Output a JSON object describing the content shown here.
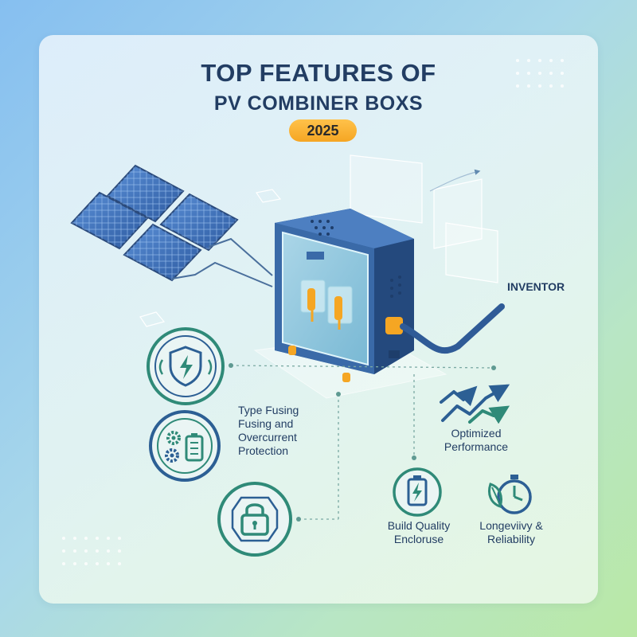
{
  "title": {
    "line1": "TOP FEATURES OF",
    "line2": "PV COMBINER BOXS",
    "year_badge": "2025"
  },
  "labels": {
    "inverter": "INVENTOR",
    "fusing": [
      "Type Fusing",
      "Fusing and",
      "Overcurrent",
      "Protection"
    ],
    "optimized": [
      "Optimized",
      "Performance"
    ],
    "build_quality": [
      "Build Quality",
      "Encloruse"
    ],
    "longevity": [
      "Longeviivy &",
      "Reliability"
    ]
  },
  "icons": {
    "protection": "shield-lightning-icon",
    "components": "gears-battery-icon",
    "security": "padlock-icon",
    "performance": "trend-arrows-icon",
    "build_quality": "battery-icon",
    "longevity": "leaf-stopwatch-icon"
  },
  "colors": {
    "navy": "#223d63",
    "box_blue": "#3a6aa8",
    "accent_orange": "#f5a623",
    "icon_green": "#2f8a78",
    "icon_blue": "#2c5f94"
  }
}
